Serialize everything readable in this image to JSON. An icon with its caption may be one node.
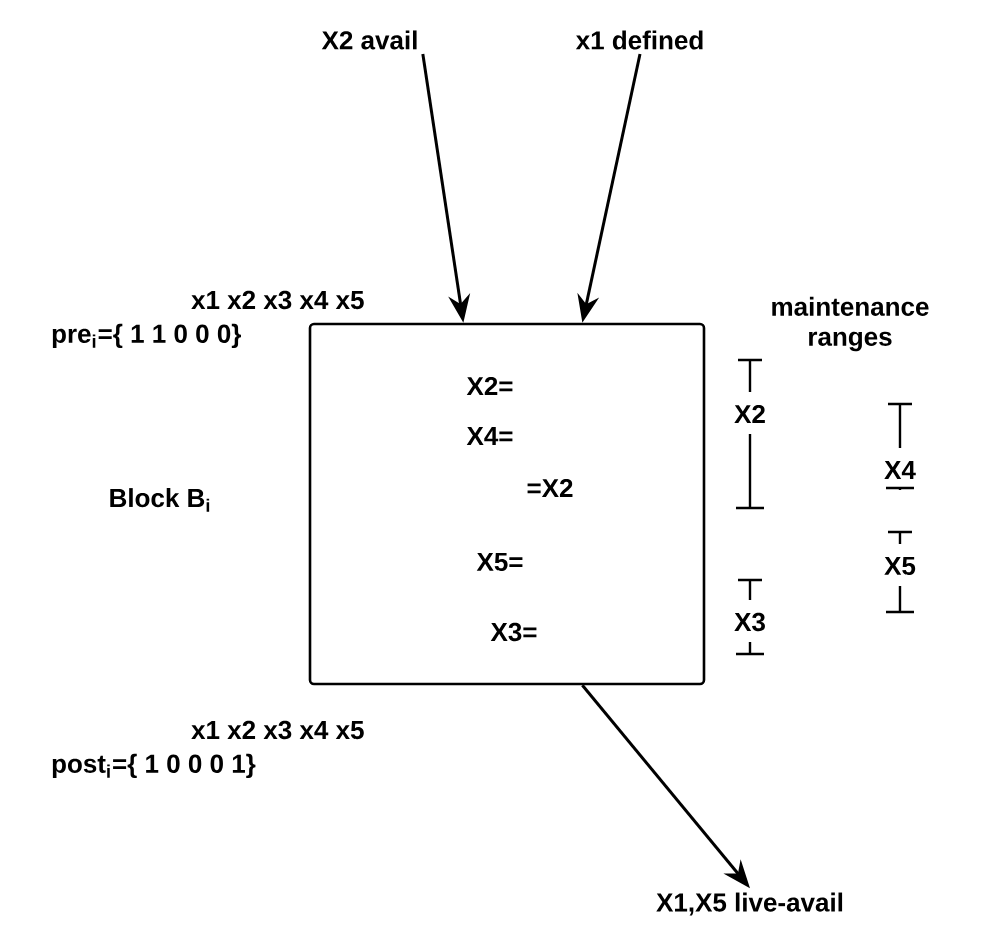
{
  "diagram": {
    "nodes": [
      {
        "text": [
          "X2 avail"
        ]
      },
      {
        "text": [
          "x1 defined"
        ]
      },
      {
        "text": [
          "X2=",
          "X4=",
          "=X2",
          "X5=",
          "X3="
        ]
      },
      {
        "text": [
          "X1,X5 live-avail"
        ]
      }
    ],
    "edges": [
      {
        "from": 0,
        "to": 2,
        "arrow": "to"
      },
      {
        "from": 1,
        "to": 2,
        "arrow": "to"
      },
      {
        "from": 2,
        "to": 3,
        "arrow": "to"
      }
    ],
    "labels": [
      "x1 x2 x3 x4 x5",
      "pre$_{i}$={ 1 1 0 0 0}",
      "maintenance ranges",
      "Block B$_{i}$",
      "X2",
      "X4",
      "X5",
      "X3",
      "x1 x2 x3 x4 x5",
      "post$_{i}$={ 1 0 0 0 1}"
    ]
  }
}
